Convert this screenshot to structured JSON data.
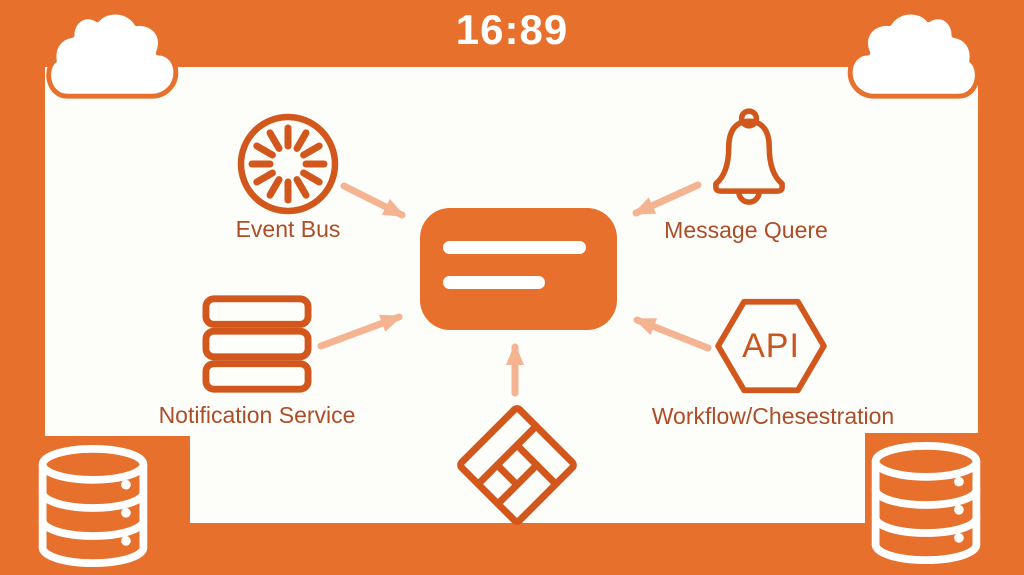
{
  "statusbar": {
    "time": "16:89"
  },
  "colors": {
    "background": "#e7702d",
    "panel": "#fdfdfa",
    "icon_stroke": "#d2571c",
    "label_text": "#ad4d28",
    "arrow": "#f4b492",
    "center_node_fill": "#e7702d",
    "white_icon": "#ffffff"
  },
  "diagram": {
    "center_node": {
      "icon": "message-card-icon",
      "label": ""
    },
    "nodes": [
      {
        "id": "event-bus",
        "label": "Event Bus",
        "icon": "spinner-icon"
      },
      {
        "id": "message-queue",
        "label": "Message Quere",
        "icon": "bell-icon"
      },
      {
        "id": "notification-service",
        "label": "Notification Service",
        "icon": "stacked-rows-icon"
      },
      {
        "id": "workflow",
        "label": "Workflow/Chesestration",
        "icon": "hexagon-icon",
        "icon_text": "API"
      },
      {
        "id": "bottom-diamond",
        "label": "",
        "icon": "parquet-diamond-icon"
      }
    ],
    "connections": [
      {
        "from": "event-bus",
        "to": "center"
      },
      {
        "from": "message-queue",
        "to": "center"
      },
      {
        "from": "notification-service",
        "to": "center"
      },
      {
        "from": "workflow",
        "to": "center"
      },
      {
        "from": "bottom-diamond",
        "to": "center"
      }
    ],
    "decorations": [
      {
        "icon": "cloud-icon",
        "position": "top-left"
      },
      {
        "icon": "cloud-icon",
        "position": "top-right"
      },
      {
        "icon": "database-icon",
        "position": "bottom-left"
      },
      {
        "icon": "database-icon",
        "position": "bottom-right"
      }
    ]
  }
}
